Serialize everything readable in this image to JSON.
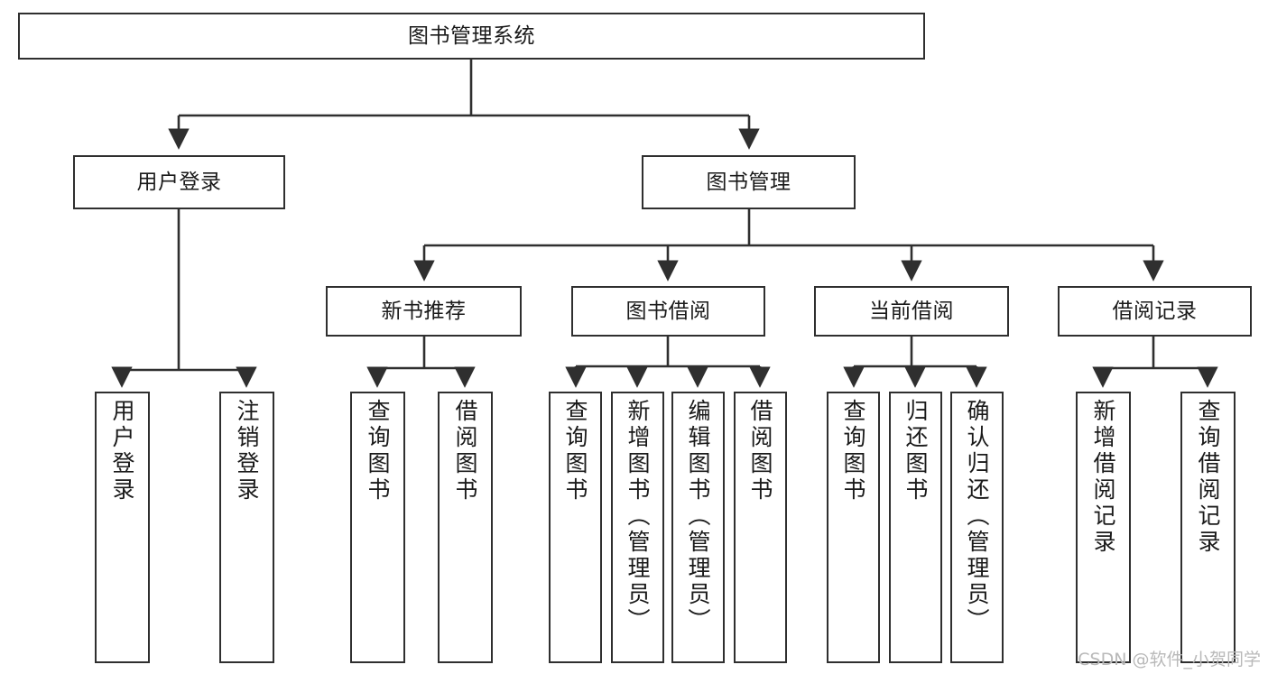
{
  "diagram": {
    "title": "图书管理系统",
    "type": "hierarchy-tree",
    "watermark": "CSDN @软件_小贺同学",
    "colors": {
      "box_border": "#2f2f2f",
      "box_fill": "#ffffff",
      "edge": "#2f2f2f",
      "text": "#1a1a1a",
      "watermark": "#b9b9b9"
    },
    "nodes": {
      "root": {
        "label": "图书管理系统"
      },
      "level2": [
        {
          "id": "user-login",
          "label": "用户登录"
        },
        {
          "id": "book-management",
          "label": "图书管理"
        }
      ],
      "level3": [
        {
          "id": "new-book-recommend",
          "label": "新书推荐"
        },
        {
          "id": "book-borrow",
          "label": "图书借阅"
        },
        {
          "id": "current-borrow",
          "label": "当前借阅"
        },
        {
          "id": "borrow-record",
          "label": "借阅记录"
        }
      ],
      "leaves": {
        "user-login": [
          {
            "id": "leaf-user-login",
            "label": "用户登录"
          },
          {
            "id": "leaf-logout",
            "label": "注销登录"
          }
        ],
        "new-book-recommend": [
          {
            "id": "leaf-query-book-1",
            "label": "查询图书"
          },
          {
            "id": "leaf-borrow-book-1",
            "label": "借阅图书"
          }
        ],
        "book-borrow": [
          {
            "id": "leaf-query-book-2",
            "label": "查询图书"
          },
          {
            "id": "leaf-add-book",
            "label": "新增图书（管理员）"
          },
          {
            "id": "leaf-edit-book",
            "label": "编辑图书（管理员）"
          },
          {
            "id": "leaf-borrow-book-2",
            "label": "借阅图书"
          }
        ],
        "current-borrow": [
          {
            "id": "leaf-query-book-3",
            "label": "查询图书"
          },
          {
            "id": "leaf-return-book",
            "label": "归还图书"
          },
          {
            "id": "leaf-confirm-return",
            "label": "确认归还（管理员）"
          }
        ],
        "borrow-record": [
          {
            "id": "leaf-add-record",
            "label": "新增借阅记录"
          },
          {
            "id": "leaf-query-record",
            "label": "查询借阅记录"
          }
        ]
      }
    }
  }
}
